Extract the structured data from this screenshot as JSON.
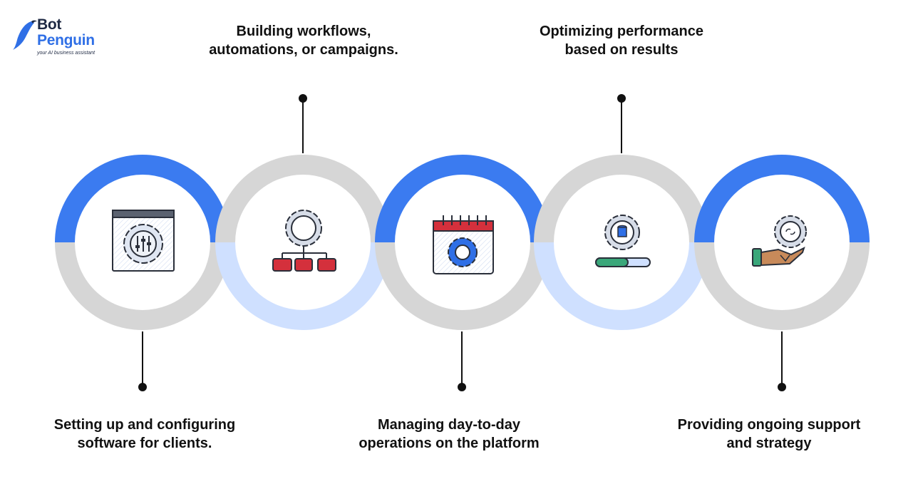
{
  "logo": {
    "line1": "Bot",
    "line2": "Penguin",
    "tagline": "your AI business assistant"
  },
  "colors": {
    "blue": "#3b7bf0",
    "gray": "#d6d6d6",
    "light_blue": "#cfe0ff",
    "dot": "#111111"
  },
  "steps": [
    {
      "line1": "Setting up and configuring",
      "line2": "software for clients.",
      "icon": "gear-window-icon"
    },
    {
      "line1": "Building workflows,",
      "line2": "automations, or campaigns.",
      "icon": "workflow-hierarchy-icon"
    },
    {
      "line1": "Managing day-to-day",
      "line2": "operations on the platform",
      "icon": "calendar-gear-icon"
    },
    {
      "line1": "Optimizing performance",
      "line2": "based on results",
      "icon": "database-gear-progress-icon"
    },
    {
      "line1": "Providing ongoing support",
      "line2": "and strategy",
      "icon": "hand-gear-support-icon"
    }
  ]
}
